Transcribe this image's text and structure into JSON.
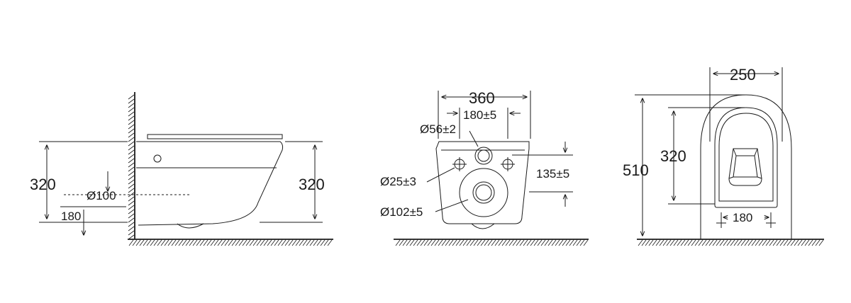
{
  "side_view": {
    "height_left": "320",
    "height_right": "320",
    "pipe_diameter": "Ø100",
    "pipe_height": "180"
  },
  "rear_view": {
    "width": "360",
    "inlet_spacing": "180±5",
    "inlet_diameter": "Ø56±2",
    "bolt_hole_diameter": "Ø25±3",
    "bolt_height": "135±5",
    "outlet_diameter": "Ø102±5"
  },
  "top_view": {
    "width": "250",
    "length": "510",
    "rim_length": "320",
    "bolt_spacing": "180"
  }
}
